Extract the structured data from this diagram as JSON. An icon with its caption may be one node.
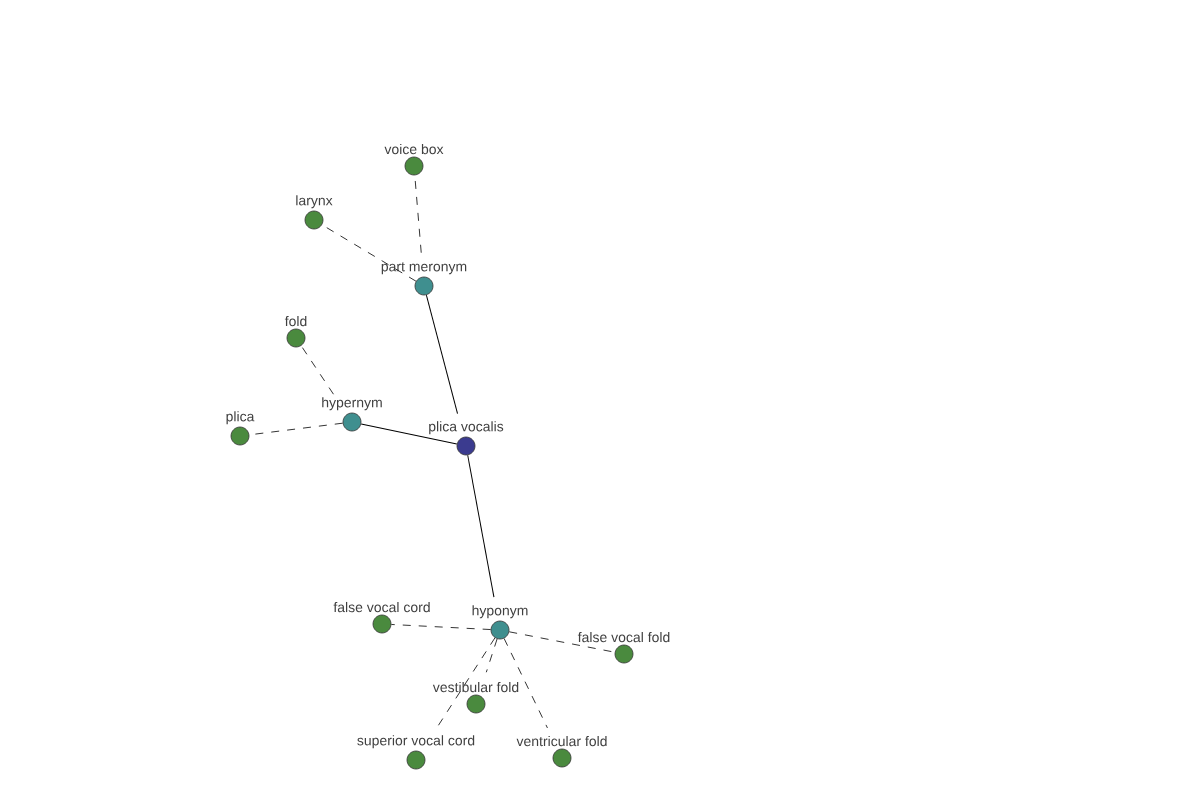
{
  "diagram": {
    "nodes": [
      {
        "text": [
          "plica vocalis"
        ]
      },
      {
        "text": [
          "part meronym"
        ]
      },
      {
        "text": [
          "voice box"
        ]
      },
      {
        "text": [
          "larynx"
        ]
      },
      {
        "text": [
          "hypernym"
        ]
      },
      {
        "text": [
          "fold"
        ]
      },
      {
        "text": [
          "plica"
        ]
      },
      {
        "text": [
          "hyponym"
        ]
      },
      {
        "text": [
          "false vocal cord"
        ]
      },
      {
        "text": [
          "false vocal fold"
        ]
      },
      {
        "text": [
          "vestibular fold"
        ]
      },
      {
        "text": [
          "superior vocal cord"
        ]
      },
      {
        "text": [
          "ventricular fold"
        ]
      }
    ],
    "edges": [
      {
        "from": 0,
        "to": 1,
        "arrow": "none"
      },
      {
        "from": 1,
        "to": 2,
        "arrow": "none",
        "style": "dashed"
      },
      {
        "from": 1,
        "to": 3,
        "arrow": "none",
        "style": "dashed"
      },
      {
        "from": 0,
        "to": 4,
        "arrow": "none"
      },
      {
        "from": 4,
        "to": 5,
        "arrow": "none",
        "style": "dashed"
      },
      {
        "from": 4,
        "to": 6,
        "arrow": "none",
        "style": "dashed"
      },
      {
        "from": 0,
        "to": 7,
        "arrow": "none"
      },
      {
        "from": 7,
        "to": 8,
        "arrow": "none",
        "style": "dashed"
      },
      {
        "from": 7,
        "to": 9,
        "arrow": "none",
        "style": "dashed"
      },
      {
        "from": 7,
        "to": 10,
        "arrow": "none",
        "style": "dashed"
      },
      {
        "from": 7,
        "to": 11,
        "arrow": "none",
        "style": "dashed"
      },
      {
        "from": 7,
        "to": 12,
        "arrow": "none",
        "style": "dashed"
      }
    ]
  }
}
